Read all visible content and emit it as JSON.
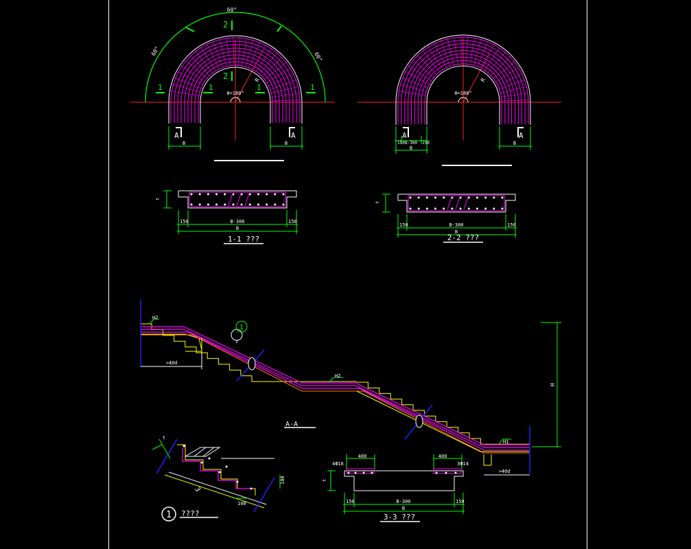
{
  "colors": {
    "background": "#000000",
    "frame": "#ffffff",
    "outline": "#ffffff",
    "rebar": "#ff00ff",
    "dimension": "#00ff00",
    "axis": "#ff2020",
    "stair_outline": "#ffff00",
    "cut_line": "#2020ff",
    "label_green": "#00ff00",
    "label_white": "#ffffff"
  },
  "plan1": {
    "angle_top": "60°",
    "angle_left": "60°",
    "angle_right": "60°",
    "center_angle": "θ=180°",
    "radius_label": "R",
    "section_1_left": "1",
    "section_1_left_inner": "1",
    "section_1_right_inner": "1",
    "section_1_right": "1",
    "section_2_top": "2",
    "section_2_inner": "2",
    "section_a_left": "A",
    "section_a_right": "A",
    "dim_b_left": "B",
    "dim_b_right": "B"
  },
  "plan2": {
    "center_angle": "θ=180°",
    "radius_label": "R",
    "section_a_left": "A",
    "section_a_right": "A",
    "dim_150_left": "150",
    "dim_b300": "B-300",
    "dim_150_right": "150",
    "dim_b_left": "B",
    "dim_b_right": "B"
  },
  "section11": {
    "title": "1-1 ???",
    "dim_t": "t",
    "dim_150_left": "150",
    "dim_b300": "B-300",
    "dim_150_right": "150",
    "dim_b": "B"
  },
  "section22": {
    "title": "2-2 ???",
    "dim_t": "t",
    "dim_150_left": "150",
    "dim_b300": "B-300",
    "dim_150_right": "150",
    "dim_b": "B"
  },
  "elevation": {
    "level_top": "H2",
    "level_mid": "H2",
    "level_bottom": "H1",
    "anchor_left": ">40d",
    "anchor_right": ">40d",
    "height": "H",
    "detail_callout": "1",
    "section_label": "A-A"
  },
  "detail1": {
    "title": "????",
    "callout_number": "1",
    "dim_t": "t",
    "dim_100_right": "100",
    "dim_100_bottom": "100",
    "bar_mark": "3"
  },
  "section33": {
    "title": "3-3 ???",
    "dim_400_left": "400",
    "dim_400_right": "400",
    "bars_left": "4Ф16",
    "bars_right": "3Ф14",
    "dim_t": "t",
    "dim_150_left": "150",
    "dim_b300": "B-300",
    "dim_150_right": "150",
    "dim_b": "B"
  }
}
